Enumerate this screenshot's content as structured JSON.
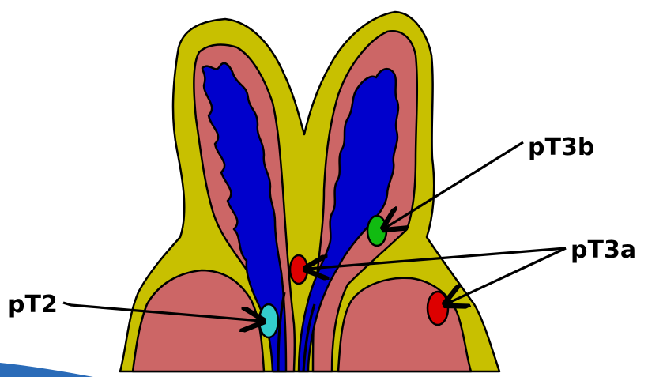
{
  "labels": {
    "pT3b": "pT3b",
    "pT3a": "pT3a",
    "pT2": "pT2"
  },
  "colors": {
    "capsule": "#c8c000",
    "tissue": "#cc6666",
    "lumen": "#0000cc",
    "tumor_pT3b": "#11bb11",
    "tumor_pT3a": "#dd0000",
    "tumor_pT2": "#33cccc",
    "slide_accent": "#2a6bb8"
  }
}
